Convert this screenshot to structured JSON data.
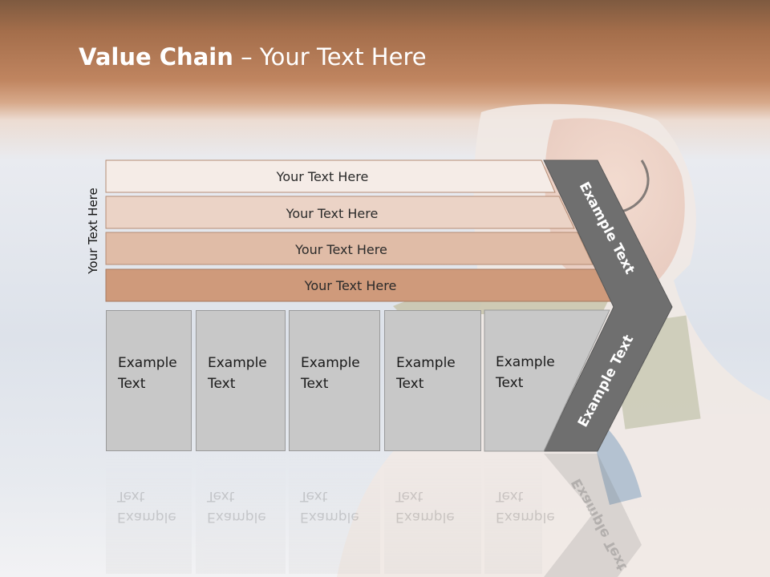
{
  "slide": {
    "title_bold": "Value Chain",
    "title_rest": " – Your Text Here",
    "side_label": "Your Text Here"
  },
  "bands": [
    {
      "label": "Your Text Here",
      "color": "#f5ece7"
    },
    {
      "label": "Your Text Here",
      "color": "#ebd3c6"
    },
    {
      "label": "Your Text Here",
      "color": "#e0bca7"
    },
    {
      "label": "Your Text Here",
      "color": "#cf9a7b"
    }
  ],
  "boxes": [
    {
      "line1": "Example",
      "line2": "Text"
    },
    {
      "line1": "Example",
      "line2": "Text"
    },
    {
      "line1": "Example",
      "line2": "Text"
    },
    {
      "line1": "Example",
      "line2": "Text"
    },
    {
      "line1": "Example",
      "line2": "Text"
    }
  ],
  "chevron": {
    "upper_text": "Example Text",
    "lower_text": "Example Text",
    "color": "#6f6f6f"
  }
}
